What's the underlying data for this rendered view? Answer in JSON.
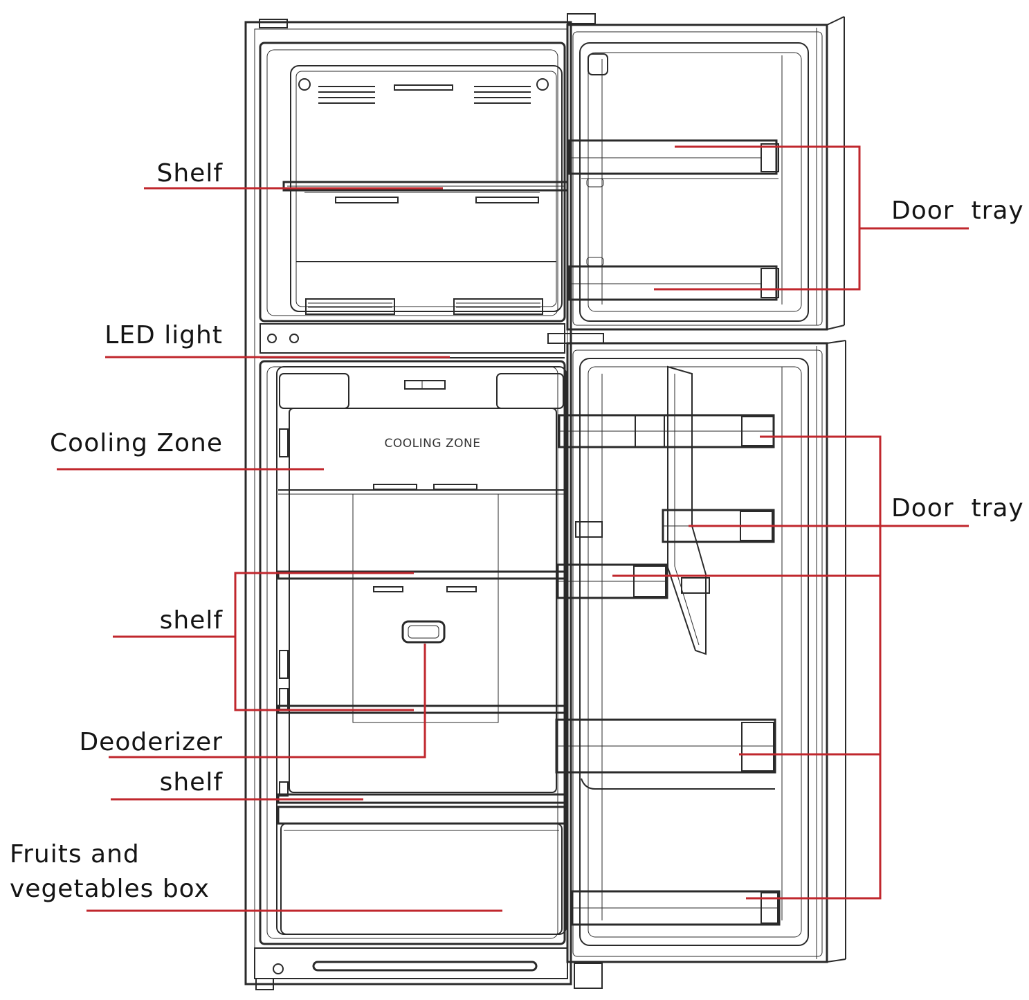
{
  "labels": {
    "shelf_top": "Shelf",
    "door_tray_top": "Door  tray",
    "led_light": "LED light",
    "cooling_zone": "Cooling Zone",
    "cooling_zone_inner": "COOLING ZONE",
    "door_tray_bottom": "Door  tray",
    "shelf_middle": "shelf",
    "deoderizer": "Deoderizer",
    "shelf_lower": "shelf",
    "fruits_line1": "Fruits and",
    "fruits_line2": "vegetables box"
  },
  "colors": {
    "leader_line": "#c0272d",
    "outline": "#2a2a2a",
    "label_text": "#141414"
  }
}
